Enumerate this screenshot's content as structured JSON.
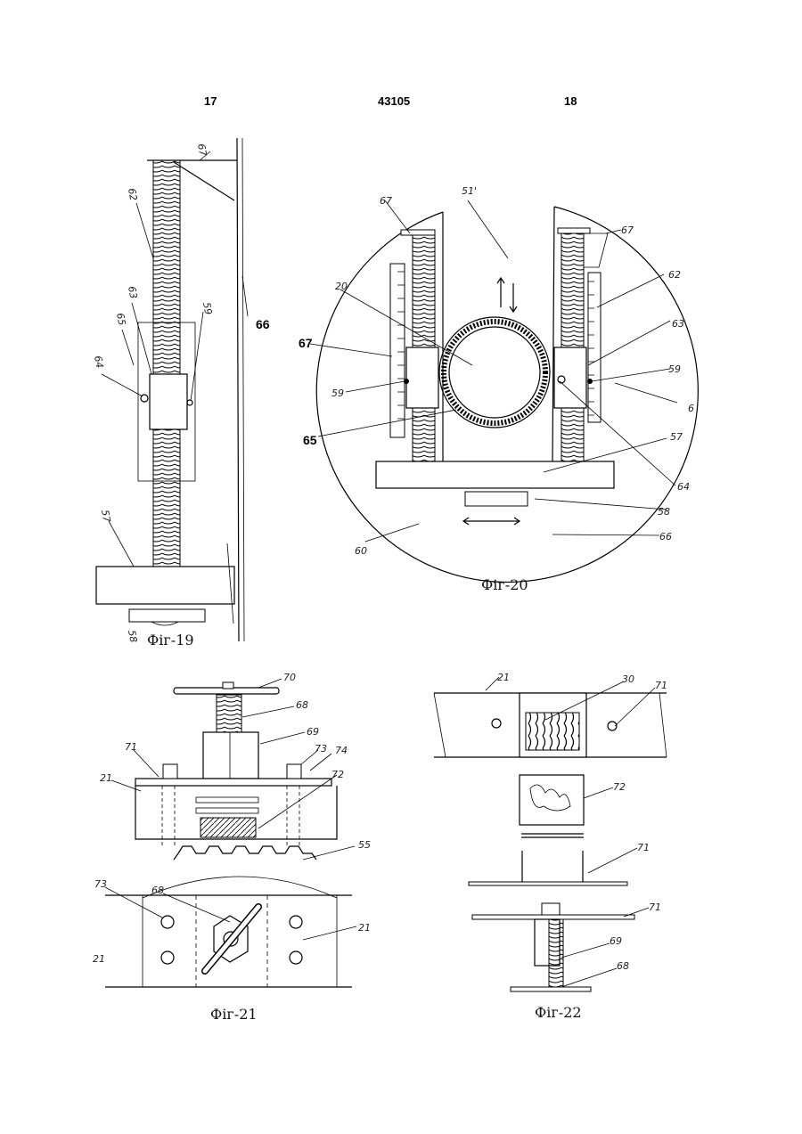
{
  "header": {
    "left": "17",
    "center": "43105",
    "right": "18"
  },
  "figures": {
    "fig19": {
      "caption": "Фіг-19",
      "labels": {
        "a": "67",
        "b": "62",
        "c": "63",
        "d": "65",
        "e": "64",
        "f": "59",
        "g": "66",
        "h": "57",
        "i": "58"
      }
    },
    "fig20": {
      "caption": "Фіг-20",
      "labels": {
        "a": "67",
        "b": "51'",
        "c": "67",
        "d": "62",
        "e": "20",
        "f": "63",
        "g": "67",
        "h": "59",
        "i": "59",
        "j": "6",
        "k": "65",
        "l": "57",
        "m": "64",
        "n": "58",
        "o": "66",
        "p": "60"
      }
    },
    "fig21": {
      "caption": "Фіг-21",
      "labels": {
        "a": "70",
        "b": "68",
        "c": "69",
        "d": "71",
        "e": "73",
        "f": "74",
        "g": "21",
        "h": "72",
        "i": "55",
        "j": "73",
        "k": "68",
        "l": "21",
        "m": "21"
      }
    },
    "fig22": {
      "caption": "Фіг-22",
      "labels": {
        "a": "21",
        "b": "30",
        "c": "71",
        "d": "72",
        "e": "71",
        "f": "71",
        "g": "69",
        "h": "68"
      }
    }
  }
}
